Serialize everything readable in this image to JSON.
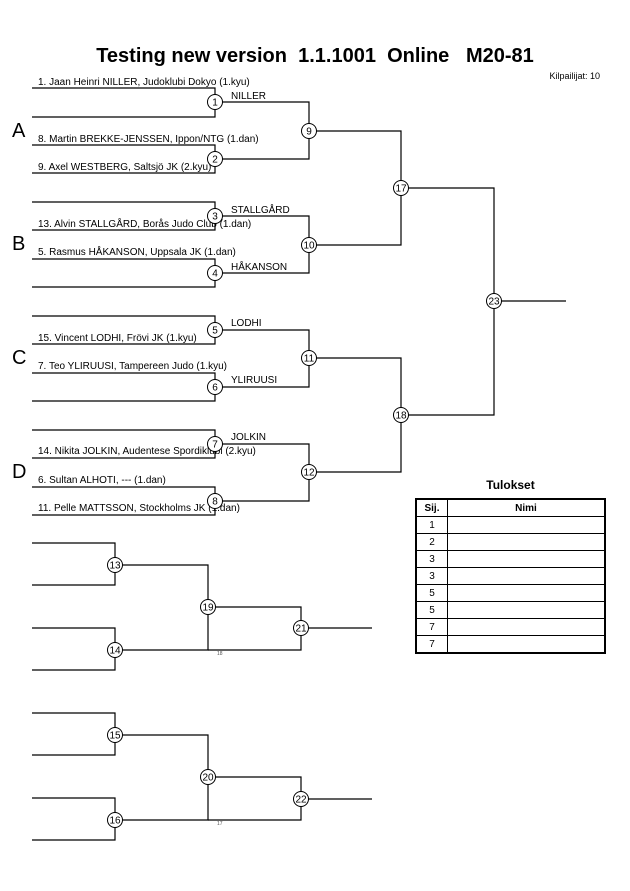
{
  "header": {
    "title": "Testing new version  1.1.1001  Online   M20-81",
    "competitors_count": "Kilpailijat: 10"
  },
  "pools": [
    "A",
    "B",
    "C",
    "D"
  ],
  "competitors": [
    "1. Jaan Heinri NILLER, Judoklubi Dokyo (1.kyu)",
    "8. Martin BREKKE-JENSSEN, Ippon/NTG (1.dan)",
    "9. Axel WESTBERG, Saltsjö JK (2.kyu)",
    "13. Alvin STALLGÅRD, Borås Judo Club (1.dan)",
    "5. Rasmus HÅKANSON, Uppsala JK (1.dan)",
    "15. Vincent LODHI, Frövi JK (1.kyu)",
    "7. Teo YLIRUUSI, Tampereen Judo (1.kyu)",
    "14. Nikita JOLKIN, Audentese Spordiklubi (2.kyu)",
    "6. Sultan ALHOTI, --- (1.dan)",
    "11. Pelle MATTSSON, Stockholms JK (1.dan)"
  ],
  "winners": [
    "NILLER",
    "STALLGÅRD",
    "HÅKANSON",
    "LODHI",
    "YLIRUUSI",
    "JOLKIN"
  ],
  "match_numbers": [
    "1",
    "2",
    "3",
    "4",
    "5",
    "6",
    "7",
    "8",
    "9",
    "10",
    "11",
    "12",
    "13",
    "14",
    "15",
    "16",
    "17",
    "18",
    "19",
    "20",
    "21",
    "22",
    "23"
  ],
  "repechage_notes": [
    "18",
    "17"
  ],
  "results": {
    "title": "Tulokset",
    "col_place": "Sij.",
    "col_name": "Nimi",
    "places": [
      "1",
      "2",
      "3",
      "3",
      "5",
      "5",
      "7",
      "7"
    ]
  }
}
